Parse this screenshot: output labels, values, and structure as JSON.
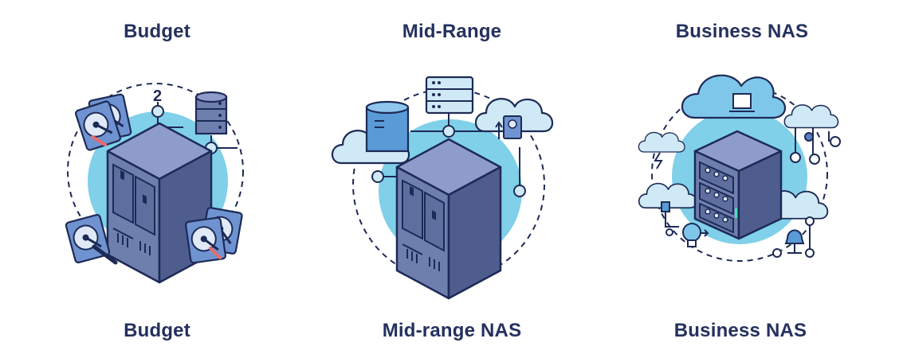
{
  "panels": [
    {
      "title": "Budget",
      "caption": "Budget",
      "badge": "2"
    },
    {
      "title": "Mid-Range",
      "caption": "Mid-range NAS"
    },
    {
      "title": "Business NAS",
      "caption": "Business NAS"
    }
  ],
  "colors": {
    "navy": "#24305e",
    "line": "#1d2a56",
    "server": "#6e7fae",
    "server_dark": "#4e5d8e",
    "server_top": "#8e9ccb",
    "halo": "#7fd0e8",
    "cloud": "#cfeaf6",
    "drive": "#5a7fc0",
    "accent_red": "#e86b6b"
  }
}
